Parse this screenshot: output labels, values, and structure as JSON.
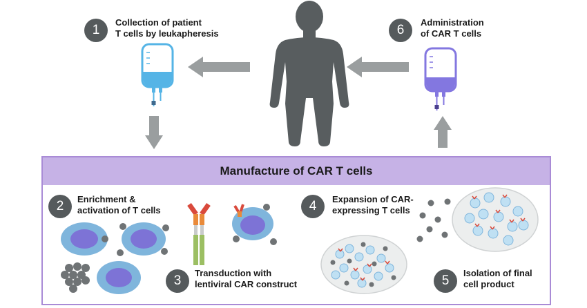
{
  "steps": {
    "s1": {
      "number": "1",
      "label": "Collection of patient\nT cells by leukapheresis"
    },
    "s2": {
      "number": "2",
      "label": "Enrichment &\nactivation of T cells"
    },
    "s3": {
      "number": "3",
      "label": "Transduction with\nlentiviral CAR construct"
    },
    "s4": {
      "number": "4",
      "label": "Expansion of CAR-\nexpressing T cells"
    },
    "s5": {
      "number": "5",
      "label": "Isolation of final\ncell product"
    },
    "s6": {
      "number": "6",
      "label": "Administration\nof CAR T cells"
    }
  },
  "panel": {
    "title": "Manufacture of CAR T cells"
  },
  "colors": {
    "badge": "#555a5c",
    "arrow": "#9a9e9f",
    "person": "#585d5f",
    "bag_collection": "#55b4e6",
    "bag_administration": "#8377e0",
    "panel_header": "#c6b2e6",
    "panel_border": "#a98bd6",
    "cell_outer": "#7fb5dc",
    "cell_nucleus": "#7d73d6",
    "bead": "#6f7375",
    "car_red": "#d94a3c",
    "car_orange": "#e98a3a",
    "car_green": "#9cbf63"
  }
}
